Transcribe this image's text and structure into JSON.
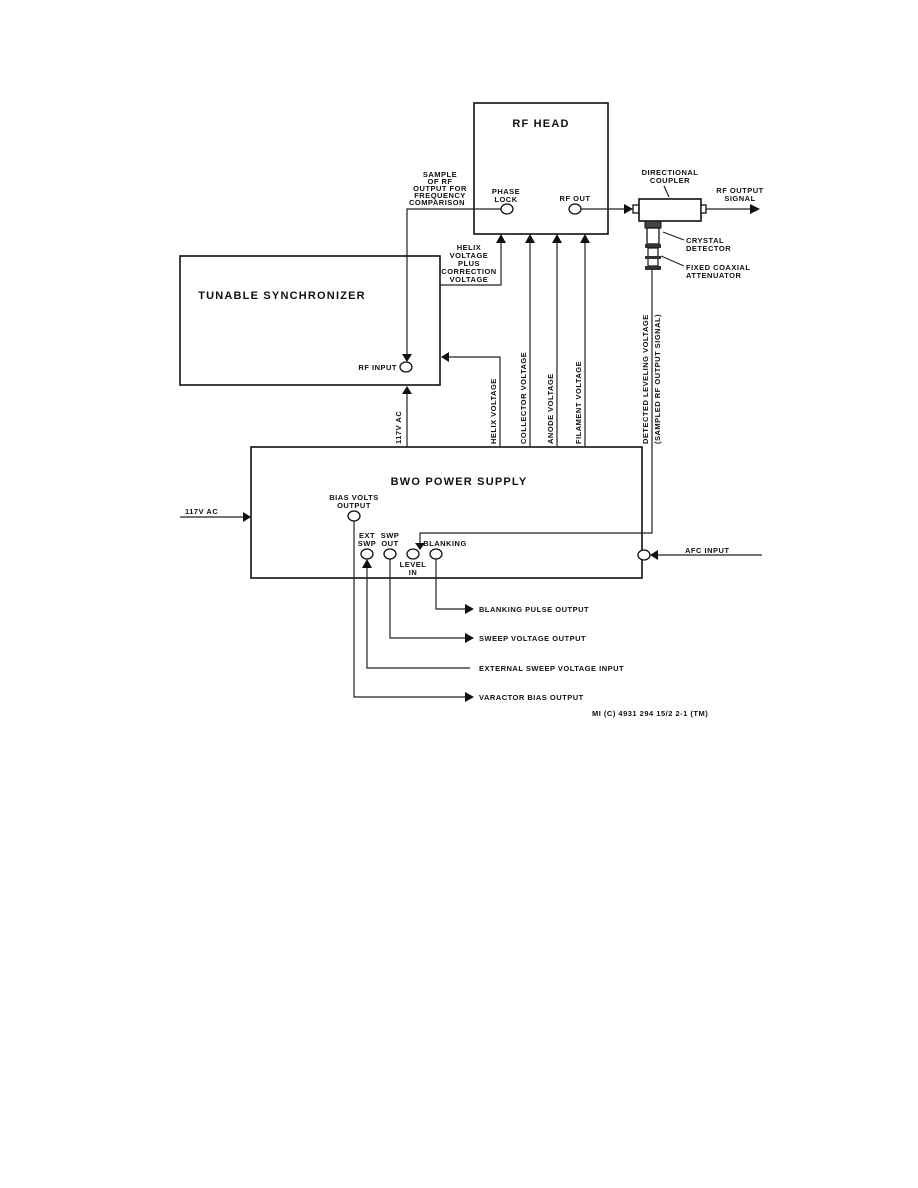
{
  "blocks": {
    "rf_head": "RF HEAD",
    "tunable_synchronizer": "TUNABLE SYNCHRONIZER",
    "bwo_power_supply": "BWO POWER SUPPLY"
  },
  "ports": {
    "phase_lock": [
      "PHASE",
      "LOCK"
    ],
    "rf_out": "RF OUT",
    "rf_input": "RF INPUT",
    "bias_volts_output": [
      "BIAS VOLTS",
      "OUTPUT"
    ],
    "ext_swp": [
      "EXT",
      "SWP"
    ],
    "swp_out": [
      "SWP",
      "OUT"
    ],
    "level_in": [
      "LEVEL",
      "IN"
    ],
    "blanking": "BLANKING",
    "afc_input": "AFC INPUT"
  },
  "signals": {
    "sample_rf": [
      "SAMPLE",
      "OF RF",
      "OUTPUT FOR",
      "FREQUENCY",
      "COMPARISON"
    ],
    "helix_plus_correction": [
      "HELIX",
      "VOLTAGE",
      "PLUS",
      "CORRECTION",
      "VOLTAGE"
    ],
    "ac_117_left": "117V AC",
    "ac_117_vertical": "117V AC",
    "helix_voltage": "HELIX VOLTAGE",
    "collector_voltage": "COLLECTOR VOLTAGE",
    "anode_voltage": "ANODE VOLTAGE",
    "filament_voltage": "FILAMENT VOLTAGE",
    "detected_leveling": "DETECTED LEVELING VOLTAGE",
    "sampled_rf": "(SAMPLED RF OUTPUT SIGNAL)",
    "rf_output_signal": [
      "RF OUTPUT",
      "SIGNAL"
    ],
    "blanking_pulse_output": "BLANKING PULSE OUTPUT",
    "sweep_voltage_output": "SWEEP VOLTAGE OUTPUT",
    "external_sweep_input": "EXTERNAL SWEEP VOLTAGE INPUT",
    "varactor_bias_output": "VARACTOR BIAS OUTPUT"
  },
  "components": {
    "directional_coupler": [
      "DIRECTIONAL",
      "COUPLER"
    ],
    "crystal_detector": [
      "CRYSTAL",
      "DETECTOR"
    ],
    "fixed_coaxial_attenuator": [
      "FIXED COAXIAL",
      "ATTENUATOR"
    ]
  },
  "figure_id": "MI (C) 4931 294 15/2  2-1 (TM)"
}
